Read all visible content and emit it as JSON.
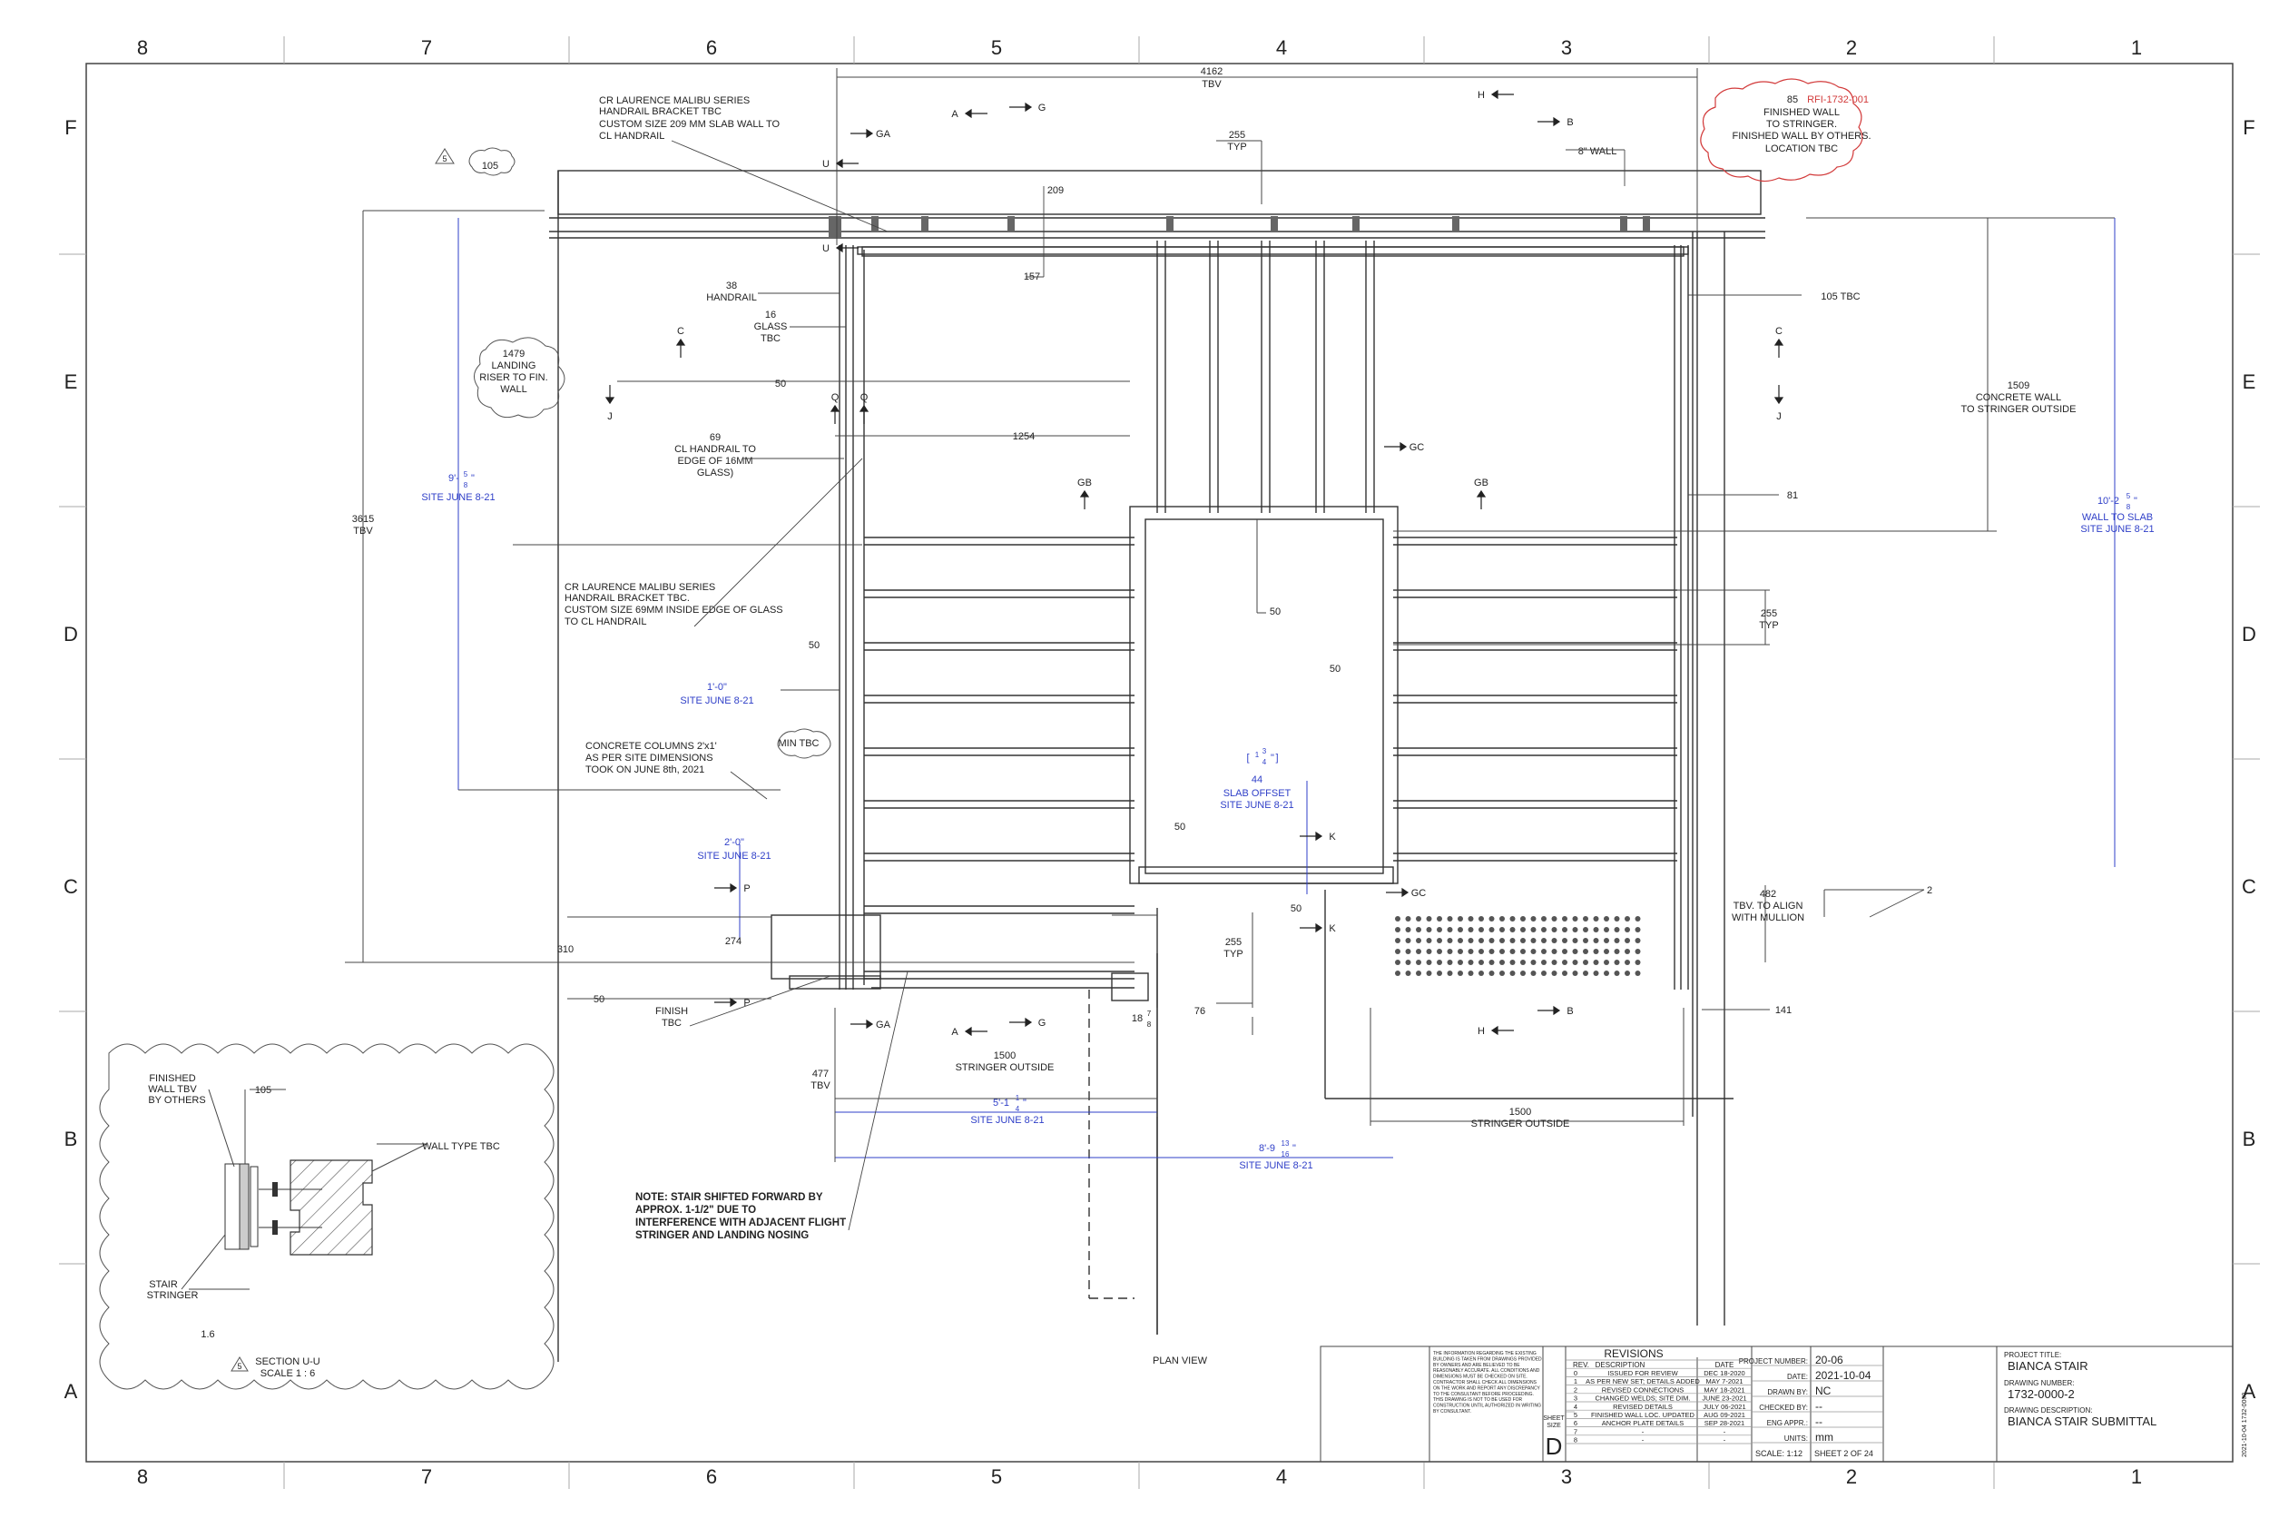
{
  "grid": {
    "columns": [
      "8",
      "7",
      "6",
      "5",
      "4",
      "3",
      "2",
      "1"
    ],
    "rows": [
      "F",
      "E",
      "D",
      "C",
      "B",
      "A"
    ]
  },
  "notes": {
    "overall_width": "4162",
    "overall_width_sub": "TBV",
    "bracket1": [
      "CR LAURENCE MALIBU SERIES",
      "HANDRAIL BRACKET TBC",
      "CUSTOM SIZE  209 MM SLAB WALL TO",
      "CL HANDRAIL"
    ],
    "rfi": [
      "85",
      "RFI-1732-001"
    ],
    "finished_wall": [
      "FINISHED WALL",
      "TO STRINGER.",
      "FINISHED WALL BY OTHERS.",
      "LOCATION TBC"
    ],
    "wall8": "8\" WALL",
    "dim_105": "105",
    "dim_209": "209",
    "dim_157": "157",
    "typ255": [
      "255",
      "TYP"
    ],
    "handrail38": [
      "38",
      "HANDRAIL"
    ],
    "glass16": [
      "16",
      "GLASS",
      "TBC"
    ],
    "landing1479": [
      "1479",
      "LANDING",
      "RISER TO FIN.",
      "WALL"
    ],
    "dim_50": "50",
    "dim_1254": "1254",
    "cl69": [
      "69",
      "CL HANDRAIL TO",
      "EDGE OF 16MM",
      "GLASS)"
    ],
    "dim_3615": [
      "3615",
      "TBV"
    ],
    "site9": [
      "9'-",
      "5",
      "8",
      "\"",
      "SITE JUNE 8-21"
    ],
    "bracket2": [
      "CR LAURENCE MALIBU SERIES",
      "HANDRAIL BRACKET TBC.",
      "CUSTOM SIZE 69MM INSIDE EDGE OF GLASS",
      "TO CL HANDRAIL"
    ],
    "site1": [
      "1'-0\"",
      "SITE JUNE 8-21"
    ],
    "min_tbc": "MIN TBC",
    "columns_note": [
      "CONCRETE COLUMNS 2'x1'",
      "AS PER SITE DIMENSIONS",
      "TOOK ON JUNE 8th, 2021"
    ],
    "site2": [
      "2'-0\"",
      "SITE JUNE 8-21"
    ],
    "dim_310": "310",
    "dim_274": "274",
    "finish": [
      "FINISH",
      "TBC"
    ],
    "tbv477": [
      "477",
      "TBV"
    ],
    "stringer1500": [
      "1500",
      "STRINGER OUTSIDE"
    ],
    "site51": [
      "5'-1",
      "1",
      "4",
      "\"",
      "SITE JUNE 8-21"
    ],
    "site89": [
      "8'-9",
      "13",
      "16",
      "\"",
      "SITE JUNE 8-21"
    ],
    "dim_1878": [
      "18",
      "7",
      "8"
    ],
    "dim_76": "76",
    "slab_offset": [
      "1",
      "3",
      "4",
      "\"",
      "44",
      "SLAB OFFSET",
      "SITE JUNE 8-21"
    ],
    "wall1509": [
      "1509",
      "CONCRETE WALL",
      "TO STRINGER OUTSIDE"
    ],
    "tbc105": "105 TBC",
    "dim_81": "81",
    "site10": [
      "10'-2",
      "5",
      "8",
      "\"",
      "WALL TO SLAB",
      "SITE JUNE 8-21"
    ],
    "typ255b": [
      "255",
      "TYP"
    ],
    "tbv482": [
      "482",
      "TBV. TO ALIGN",
      "WITH MULLION"
    ],
    "dim_2": "2",
    "dim_141": "141",
    "stringer1500b": [
      "1500",
      "STRINGER OUTSIDE"
    ],
    "note_shift": [
      "NOTE: STAIR SHIFTED FORWARD BY",
      "APPROX. 1-1/2\" DUE TO",
      "INTERFERENCE WITH ADJACENT FLIGHT",
      "STRINGER AND LANDING NOSING"
    ],
    "plan_view": "PLAN VIEW"
  },
  "section_labels": {
    "GA": "GA",
    "A": "A",
    "G": "G",
    "H": "H",
    "B": "B",
    "U": "U",
    "C": "C",
    "J": "J",
    "Q": "Q",
    "GB": "GB",
    "GC": "GC",
    "K": "K",
    "P": "P",
    "num5": "5"
  },
  "detail": {
    "finished_wall": [
      "FINISHED",
      "WALL TBV",
      "BY OTHERS"
    ],
    "dim_105": "105",
    "wall_type": "WALL TYPE TBC",
    "stair_stringer": [
      "STAIR",
      "STRINGER"
    ],
    "dim_16": "1.6",
    "section_title": [
      "SECTION U-U",
      "SCALE 1 : 6"
    ],
    "badge": "5"
  },
  "title_block": {
    "disclaimer": [
      "THE INFORMATION REGARDING THE EXISTING",
      "BUILDING IS TAKEN FROM DRAWINGS PROVIDED",
      "BY OWNERS AND ARE BELIEVED TO BE",
      "REASONABLY ACCURATE. ALL CONDITIONS AND",
      "DIMENSIONS MUST BE CHECKED ON SITE.",
      "CONTRACTOR SHALL CHECK ALL DIMENSIONS",
      "ON THE WORK AND REPORT ANY DISCREPANCY",
      "TO THE CONSULTANT BEFORE PROCEEDING.",
      "THIS DRAWING IS NOT TO BE USED FOR",
      "CONSTRUCTION UNTIL AUTHORIZED IN WRITING",
      "BY CONSULTANT."
    ],
    "revisions_title": "REVISIONS",
    "rev_headers": [
      "REV.",
      "DESCRIPTION",
      "DATE"
    ],
    "revisions": [
      [
        "0",
        "ISSUED FOR REVIEW",
        "DEC 18-2020"
      ],
      [
        "1",
        "AS PER NEW SET; DETAILS ADDED",
        "MAY 7-2021"
      ],
      [
        "2",
        "REVISED CONNECTIONS",
        "MAY 18-2021"
      ],
      [
        "3",
        "CHANGED WELDS; SITE DIM.",
        "JUNE 23-2021"
      ],
      [
        "4",
        "REVISED DETAILS",
        "JULY 06-2021"
      ],
      [
        "5",
        "FINISHED WALL LOC. UPDATED",
        "AUG 09-2021"
      ],
      [
        "6",
        "ANCHOR PLATE DETAILS",
        "SEP 28-2021"
      ],
      [
        "7",
        "-",
        "-"
      ],
      [
        "8",
        "-",
        "-"
      ]
    ],
    "sheet_size_label": [
      "SHEET",
      "SIZE"
    ],
    "sheet_size": "D",
    "fields": [
      {
        "label": "PROJECT NUMBER:",
        "value": "20-06"
      },
      {
        "label": "DATE:",
        "value": "2021-10-04"
      },
      {
        "label": "DRAWN BY:",
        "value": "NC"
      },
      {
        "label": "CHECKED BY:",
        "value": "--"
      },
      {
        "label": "ENG APPR.:",
        "value": "--"
      },
      {
        "label": "UNITS:",
        "value": "mm"
      }
    ],
    "scale": "SCALE: 1:12",
    "sheet": "SHEET 2 OF 24",
    "project_title_label": "PROJECT TITLE:",
    "project_title": "BIANCA STAIR",
    "drawing_number_label": "DRAWING NUMBER:",
    "drawing_number": "1732-0000-2",
    "drawing_description_label": "DRAWING DESCRIPTION:",
    "drawing_description": "BIANCA STAIR SUBMITTAL",
    "side_stamp": "2021-10-04 1732-0000"
  }
}
